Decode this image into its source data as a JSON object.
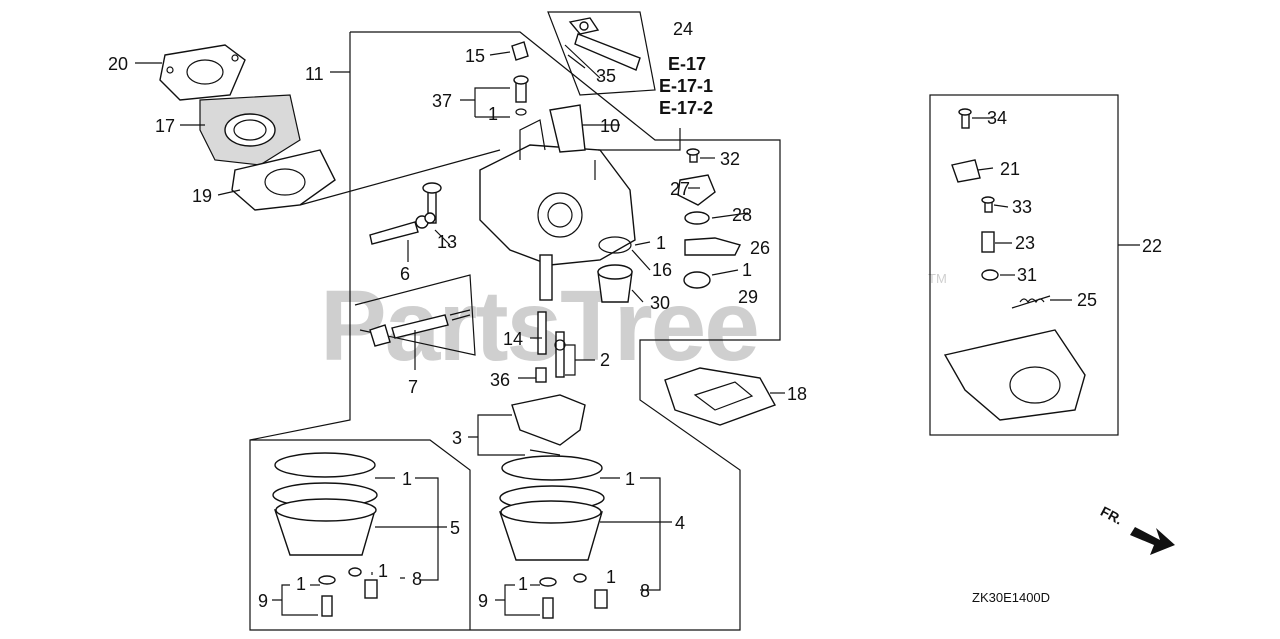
{
  "diagram": {
    "watermark": "PartsTree",
    "watermark_tm": "TM",
    "diagram_code": "ZK30E1400D",
    "front_label": "FR.",
    "reference_codes": [
      "E-17",
      "E-17-1",
      "E-17-2"
    ],
    "callouts": {
      "c1": "1",
      "c2": "2",
      "c3": "3",
      "c4": "4",
      "c5": "5",
      "c6": "6",
      "c7": "7",
      "c8": "8",
      "c9": "9",
      "c10": "10",
      "c11": "11",
      "c13": "13",
      "c14": "14",
      "c15": "15",
      "c16": "16",
      "c17": "17",
      "c18": "18",
      "c19": "19",
      "c20": "20",
      "c21": "21",
      "c22": "22",
      "c23": "23",
      "c24": "24",
      "c25": "25",
      "c26": "26",
      "c27": "27",
      "c28": "28",
      "c29": "29",
      "c30": "30",
      "c31": "31",
      "c32": "32",
      "c33": "33",
      "c34": "34",
      "c35": "35",
      "c36": "36",
      "c37": "37"
    }
  }
}
